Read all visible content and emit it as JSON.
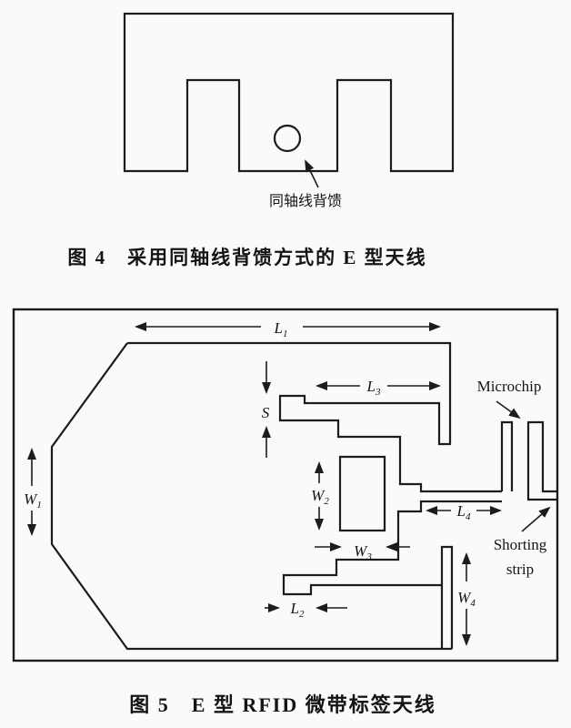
{
  "page": {
    "background_color": "#fafaf8",
    "ink_color": "#1c1c1c"
  },
  "figure4": {
    "feed_label": "同轴线背馈",
    "caption": "图 4　采用同轴线背馈方式的 E 型天线"
  },
  "figure5": {
    "caption": "图 5　E 型 RFID 微带标签天线",
    "microchip_label": "Microchip",
    "shorting_label_line1": "Shorting",
    "shorting_label_line2": "strip",
    "dims": {
      "L1": {
        "main": "L",
        "sub": "1"
      },
      "L2": {
        "main": "L",
        "sub": "2"
      },
      "L3": {
        "main": "L",
        "sub": "3"
      },
      "L4": {
        "main": "L",
        "sub": "4"
      },
      "W1": {
        "main": "W",
        "sub": "1"
      },
      "W2": {
        "main": "W",
        "sub": "2"
      },
      "W3": {
        "main": "W",
        "sub": "3"
      },
      "W4": {
        "main": "W",
        "sub": "4"
      },
      "S": {
        "main": "S",
        "sub": ""
      }
    }
  }
}
